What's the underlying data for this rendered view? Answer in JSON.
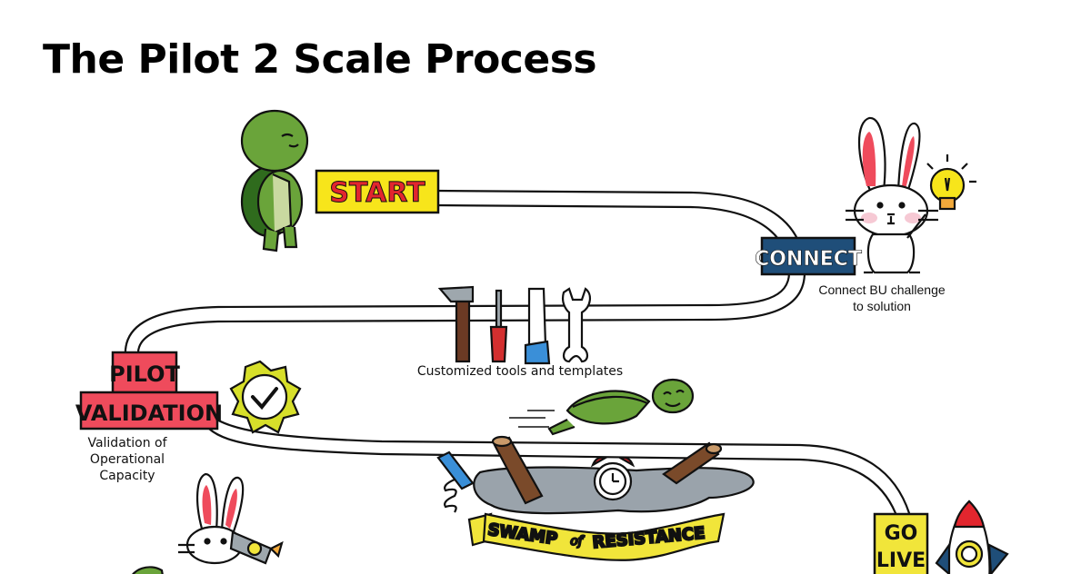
{
  "title": "The Pilot 2 Scale Process",
  "steps": {
    "start": {
      "label": "START"
    },
    "connect": {
      "label": "CONNECT",
      "caption_line1": "Connect BU challenge",
      "caption_line2": "to solution"
    },
    "tools": {
      "caption": "Customized tools and templates"
    },
    "pilot": {
      "label_line1": "PILOT",
      "label_line2": "VALIDATION",
      "caption_line1": "Validation of",
      "caption_line2": "Operational",
      "caption_line3": "Capacity"
    },
    "swamp": {
      "word1": "SWAMP",
      "word2": "of",
      "word3": "RESISTANCE"
    },
    "golive": {
      "label_line1": "GO",
      "label_line2": "LIVE"
    }
  },
  "colors": {
    "start_sign": "#f7e51b",
    "start_text": "#e2262e",
    "connect_sign": "#1f4e79",
    "pilot_sign": "#ef4b5c",
    "golive_sign": "#f1e53a",
    "turtle_green": "#6aa43a",
    "swamp": "#9aa3ab",
    "banner": "#f1e53a",
    "badge": "#d7df2a"
  },
  "icons": [
    "turtle-icon",
    "rabbit-icon",
    "lightbulb-icon",
    "hammer-icon",
    "screwdriver-icon",
    "saw-icon",
    "wrench-icon",
    "checkmark-badge-icon",
    "alarm-clock-icon",
    "spring-icon",
    "log-icon",
    "rocket-icon"
  ]
}
